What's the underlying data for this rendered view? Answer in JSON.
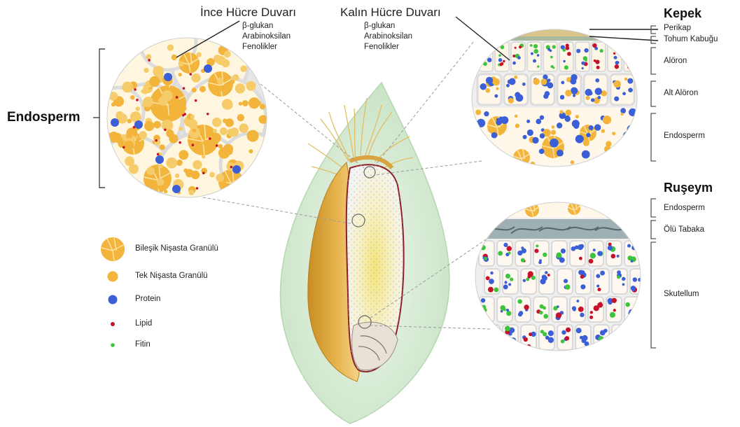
{
  "top_labels": {
    "thin_wall": {
      "title": "İnce Hücre Duvarı",
      "lines": [
        "β-glukan",
        "Arabinoksilan",
        "Fenolikler"
      ]
    },
    "thick_wall": {
      "title": "Kalın Hücre Duvarı",
      "lines": [
        "β-glukan",
        "Arabinoksilan",
        "Fenolikler"
      ]
    }
  },
  "left_section": {
    "title": "Endosperm"
  },
  "bran_section": {
    "title": "Kepek",
    "layers": [
      "Perikap",
      "Tohum Kabuğu",
      "Alöron",
      "Alt Alöron",
      "Endosperm"
    ]
  },
  "germ_section": {
    "title": "Ruşeym",
    "layers": [
      "Endosperm",
      "Ölü Tabaka",
      "Skutellum"
    ]
  },
  "legend": [
    {
      "label": "Bileşik Nişasta Granülü",
      "icon": "compound-starch-granule-icon"
    },
    {
      "label": "Tek Nişasta Granülü",
      "icon": "single-starch-granule-icon"
    },
    {
      "label": "Protein",
      "icon": "protein-icon"
    },
    {
      "label": "Lipid",
      "icon": "lipid-icon"
    },
    {
      "label": "Fitin",
      "icon": "phytin-icon"
    }
  ],
  "colors": {
    "starch": "#f2b43a",
    "starch_light": "#f6cb6a",
    "protein": "#3b5fd6",
    "lipid": "#c4122a",
    "phytin": "#3cc43c",
    "cell_wall": "#e2e2e2",
    "leaf": "#d3ead3"
  }
}
